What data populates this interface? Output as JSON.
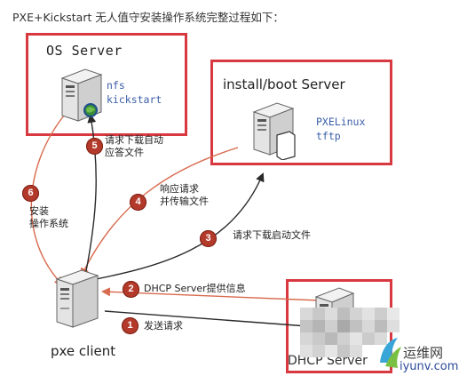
{
  "caption": "PXE+Kickstart 无人值守安装操作系统完整过程如下：",
  "os_server": {
    "title": "OS Server",
    "services": [
      "nfs",
      "kickstart"
    ]
  },
  "install_server": {
    "title": "install/boot Server",
    "services": [
      "PXELinux",
      "tftp"
    ]
  },
  "dhcp_server": {
    "title": "DHCP Server"
  },
  "client": {
    "title": "pxe client"
  },
  "steps": [
    {
      "num": "1",
      "label": "发送请求"
    },
    {
      "num": "2",
      "label": "DHCP Server提供信息"
    },
    {
      "num": "3",
      "label": "请求下载启动文件"
    },
    {
      "num": "4",
      "label_lines": [
        "响应请求",
        "并传输文件"
      ]
    },
    {
      "num": "5",
      "label_lines": [
        "请求下载自动",
        "应答文件"
      ]
    },
    {
      "num": "6",
      "label_lines": [
        "安装",
        "操作系统"
      ]
    }
  ],
  "watermark": {
    "brand": "运维网",
    "url": "iyunv.com"
  },
  "colors": {
    "box_border": "#d8383f",
    "arrow_red": "#d86a4e",
    "arrow_dark": "#2a2a2a",
    "step_badge": "#b33a2a",
    "service_text": "#3a5ea8"
  }
}
